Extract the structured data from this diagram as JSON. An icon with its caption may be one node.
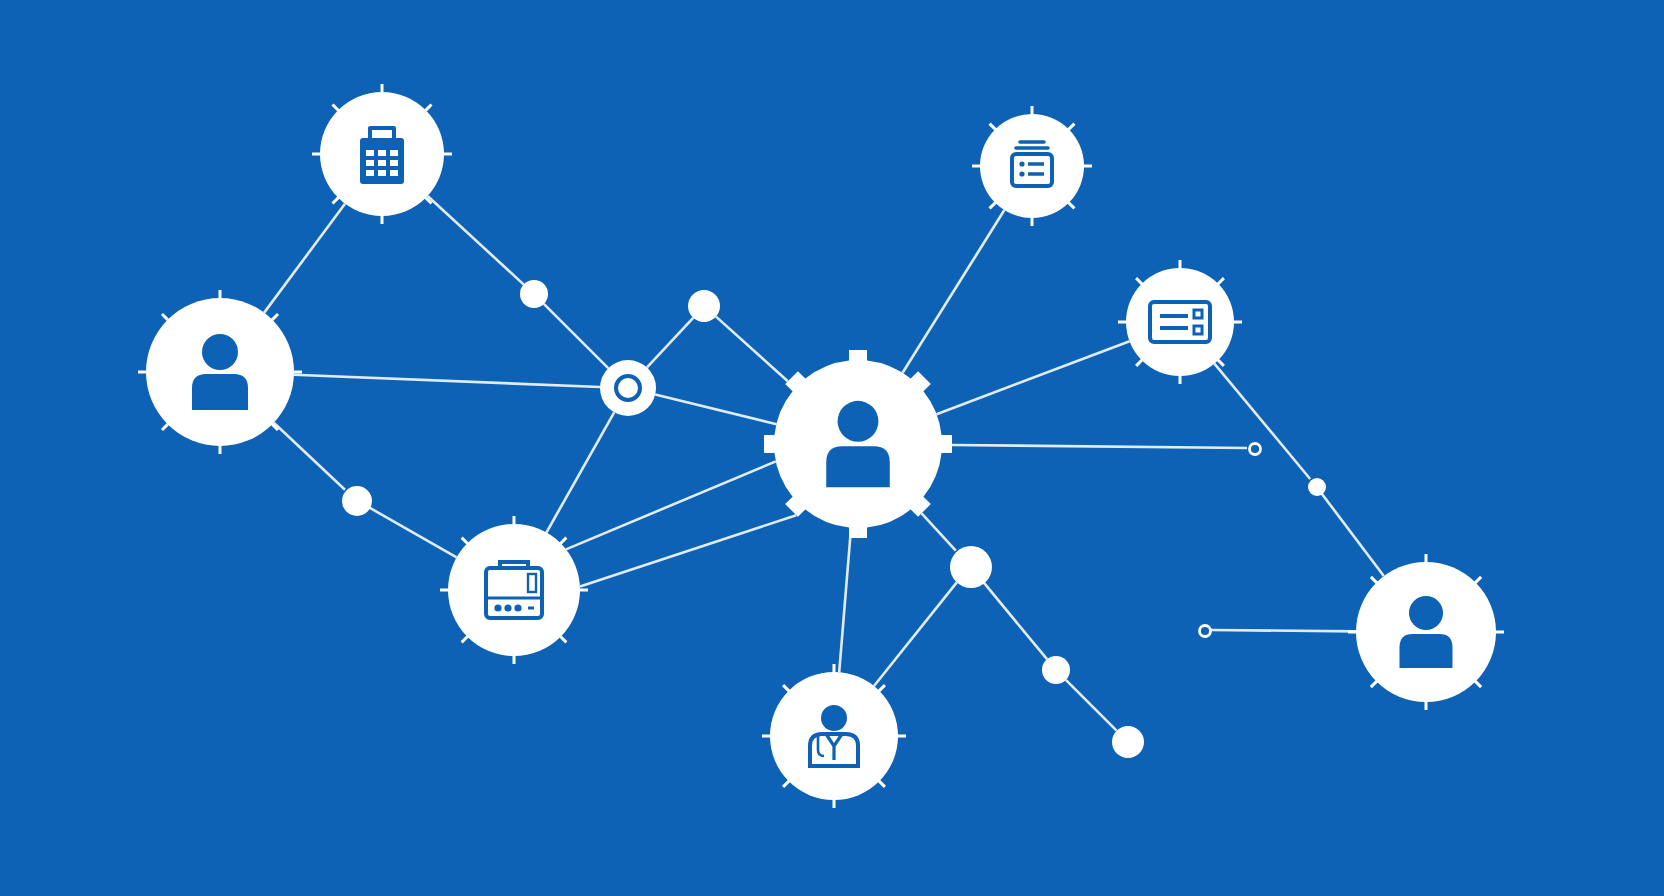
{
  "diagram": {
    "nodes": [
      {
        "text": [],
        "shape": "picture"
      },
      {
        "text": [],
        "shape": "picture"
      },
      {
        "text": [],
        "shape": "circle"
      },
      {
        "text": [],
        "shape": "circle"
      },
      {
        "text": [],
        "shape": "picture"
      },
      {
        "text": [],
        "shape": "person"
      },
      {
        "text": [],
        "shape": "circle"
      },
      {
        "text": [],
        "shape": "person"
      },
      {
        "text": [],
        "shape": "ring"
      },
      {
        "text": [],
        "shape": "circle"
      },
      {
        "text": [],
        "shape": "circle"
      },
      {
        "text": [],
        "shape": "circle"
      },
      {
        "text": [],
        "shape": "picture"
      },
      {
        "text": [],
        "shape": "ring"
      },
      {
        "text": [],
        "shape": "person"
      },
      {
        "text": [],
        "shape": "circle"
      },
      {
        "text": [],
        "shape": "picture"
      },
      {
        "text": [],
        "shape": "circle"
      }
    ],
    "edges": [
      {
        "from": 5,
        "to": 0,
        "arrow": "none"
      },
      {
        "from": 0,
        "to": 2,
        "arrow": "none"
      },
      {
        "from": 2,
        "to": 6,
        "arrow": "none"
      },
      {
        "from": 5,
        "to": 6,
        "arrow": "none"
      },
      {
        "from": 6,
        "to": 3,
        "arrow": "none"
      },
      {
        "from": 3,
        "to": 7,
        "arrow": "none"
      },
      {
        "from": 6,
        "to": 7,
        "arrow": "none"
      },
      {
        "from": 6,
        "to": 12,
        "arrow": "none"
      },
      {
        "from": 5,
        "to": 10,
        "arrow": "none"
      },
      {
        "from": 10,
        "to": 12,
        "arrow": "none"
      },
      {
        "from": 12,
        "to": 7,
        "arrow": "none"
      },
      {
        "from": 12,
        "to": 7,
        "arrow": "none"
      },
      {
        "from": 7,
        "to": 1,
        "arrow": "none"
      },
      {
        "from": 7,
        "to": 4,
        "arrow": "none"
      },
      {
        "from": 7,
        "to": 8,
        "arrow": "none"
      },
      {
        "from": 4,
        "to": 9,
        "arrow": "none"
      },
      {
        "from": 9,
        "to": 14,
        "arrow": "none"
      },
      {
        "from": 13,
        "to": 14,
        "arrow": "none"
      },
      {
        "from": 7,
        "to": 16,
        "arrow": "none"
      },
      {
        "from": 7,
        "to": 11,
        "arrow": "none"
      },
      {
        "from": 16,
        "to": 11,
        "arrow": "none"
      },
      {
        "from": 11,
        "to": 15,
        "arrow": "none"
      },
      {
        "from": 15,
        "to": 17,
        "arrow": "none"
      }
    ]
  }
}
